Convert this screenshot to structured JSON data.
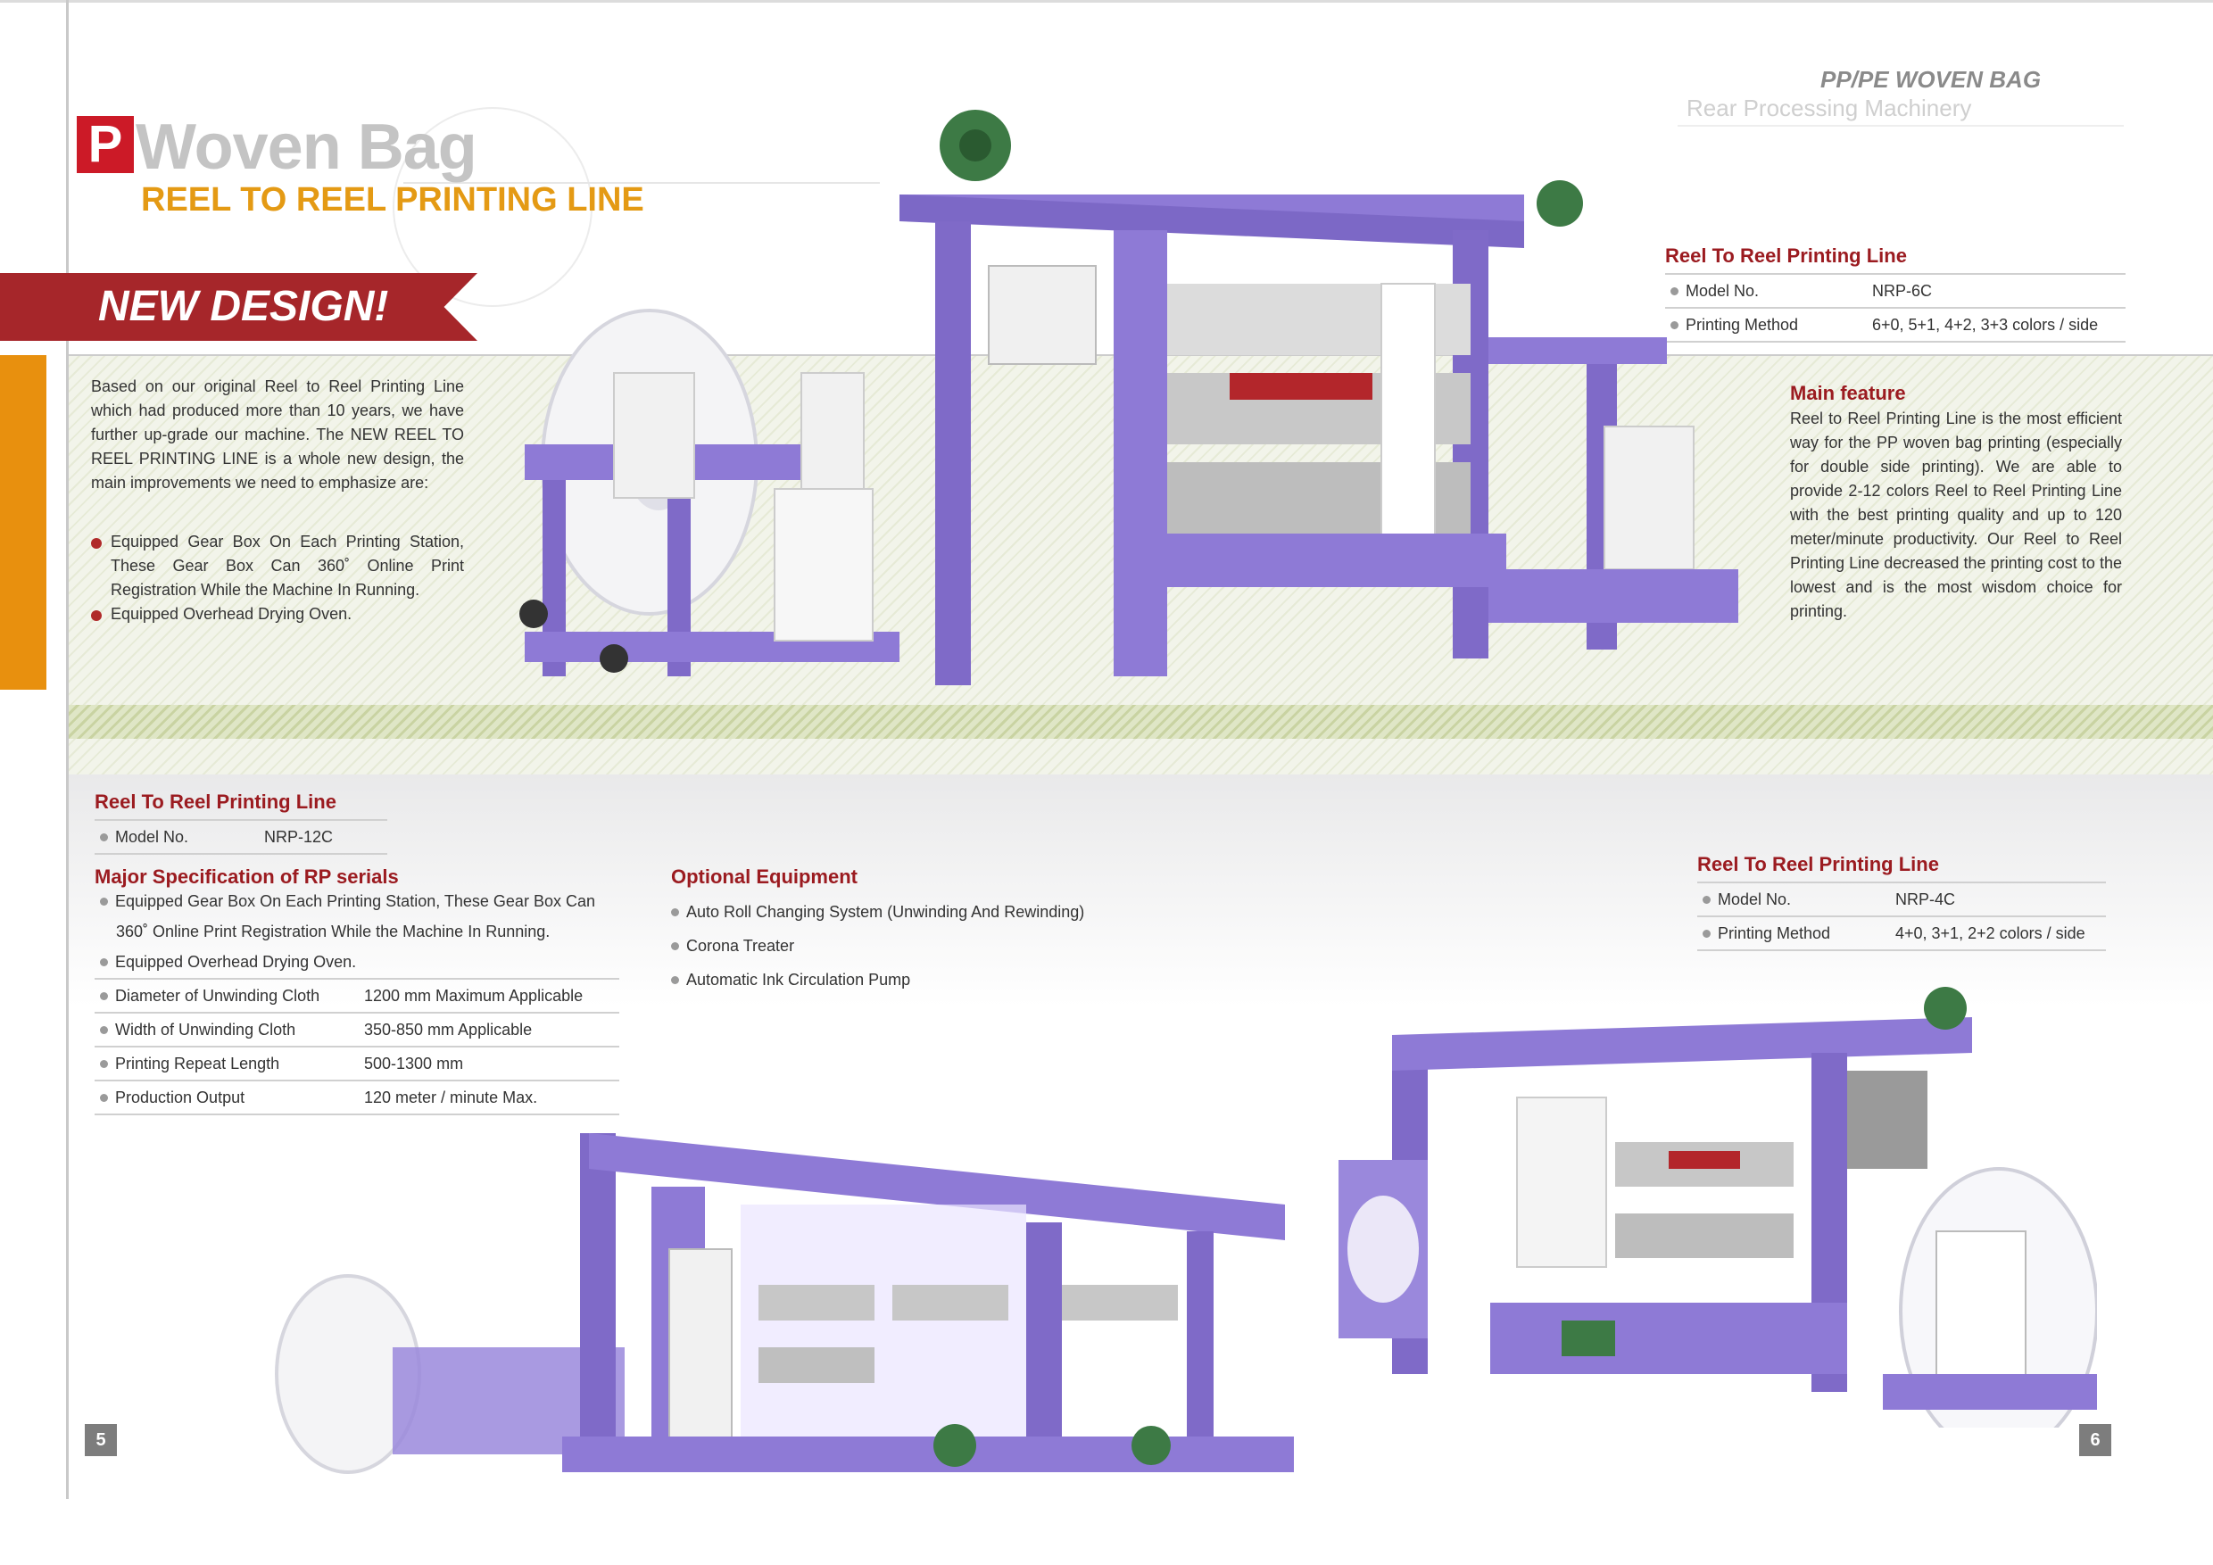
{
  "header": {
    "title_initial": "P",
    "title_rest": "P Woven Bag",
    "subtitle": "REEL TO REEL PRINTING LINE",
    "badge": "NEW DESIGN!",
    "brand_line1": "PP/PE WOVEN BAG",
    "brand_line2": "Rear Processing Machinery"
  },
  "intro": {
    "paragraph": "Based on our original Reel to Reel Printing Line which had produced more than 10 years, we have further up-grade our machine. The NEW REEL TO REEL PRINTING LINE is a whole new design, the main improvements we need to emphasize are:",
    "items": [
      "Equipped Gear Box On Each Printing Station, These Gear Box Can 360˚ Online Print Registration While the Machine In Running.",
      "Equipped Overhead Drying Oven."
    ]
  },
  "spec_6c": {
    "title": "Reel To Reel Printing Line",
    "rows": [
      {
        "label": "Model No.",
        "value": "NRP-6C"
      },
      {
        "label": "Printing Method",
        "value": "6+0, 5+1, 4+2, 3+3 colors / side"
      }
    ]
  },
  "main_feature": {
    "title": "Main feature",
    "text": "Reel to Reel Printing Line is the most efficient way for the PP woven bag printing (especially for double side printing). We are able to provide 2-12 colors Reel to Reel Printing Line with the best printing quality and up to 120 meter/minute productivity. Our Reel to Reel Printing Line decreased the printing cost to the lowest and is the most wisdom choice for printing."
  },
  "spec_12c": {
    "title": "Reel To Reel Printing Line",
    "rows": [
      {
        "label": "Model No.",
        "value": "NRP-12C"
      }
    ]
  },
  "major": {
    "title": "Major Specification of RP serials",
    "item1_line1": "Equipped Gear Box On Each Printing Station, These Gear Box Can",
    "item1_line2": "360˚ Online Print Registration While the Machine In Running.",
    "item2": "Equipped Overhead Drying Oven.",
    "rows": [
      {
        "label": "Diameter of Unwinding Cloth",
        "value": "1200 mm Maximum Applicable"
      },
      {
        "label": "Width of Unwinding Cloth",
        "value": "350-850 mm Applicable"
      },
      {
        "label": "Printing Repeat Length",
        "value": "500-1300 mm"
      },
      {
        "label": "Production Output",
        "value": "120 meter / minute Max."
      }
    ]
  },
  "optional": {
    "title": "Optional Equipment",
    "items": [
      "Auto Roll Changing System (Unwinding And Rewinding)",
      "Corona Treater",
      "Automatic Ink Circulation Pump"
    ]
  },
  "spec_4c": {
    "title": "Reel To Reel Printing Line",
    "rows": [
      {
        "label": "Model No.",
        "value": "NRP-4C"
      },
      {
        "label": "Printing Method",
        "value": "4+0, 3+1, 2+2 colors / side"
      }
    ]
  },
  "pages": {
    "left": "5",
    "right": "6"
  },
  "colors": {
    "accent_red": "#9b1b20",
    "banner_red": "#a6262a",
    "orange": "#e8900e",
    "machine_purple": "#8e7ad6"
  }
}
